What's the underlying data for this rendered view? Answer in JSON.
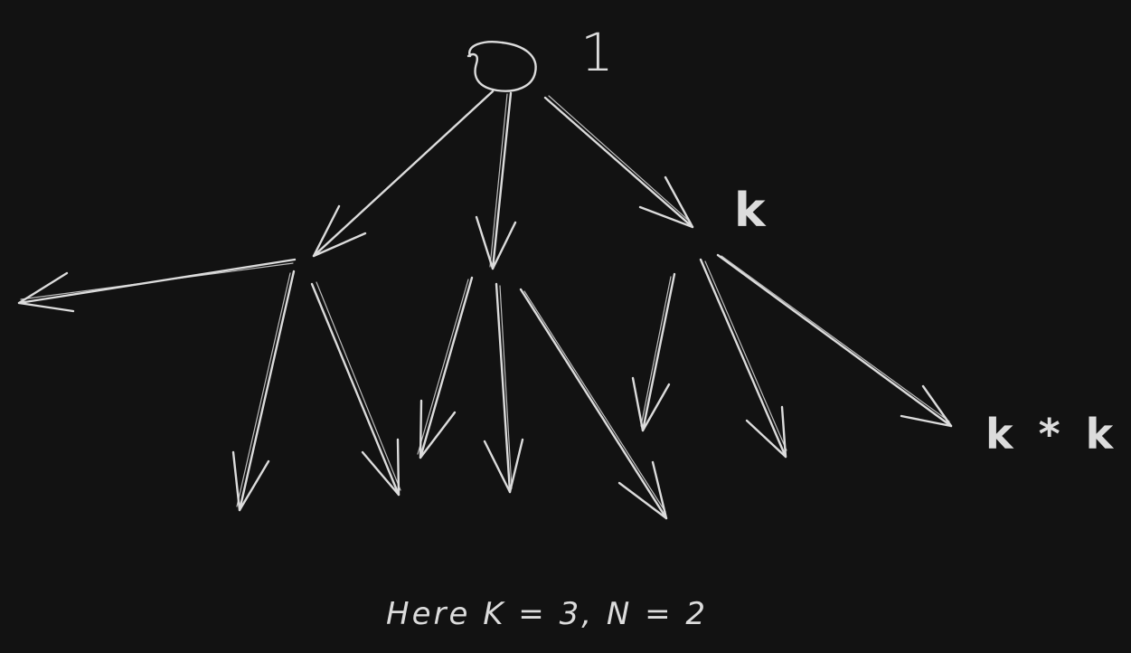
{
  "diagram": {
    "root_label": "1",
    "level1_label": "k",
    "level2_label": "k * k",
    "caption": "Here K = 3, N = 2"
  },
  "colors": {
    "background": "#121212",
    "stroke": "#dcdcdc"
  }
}
